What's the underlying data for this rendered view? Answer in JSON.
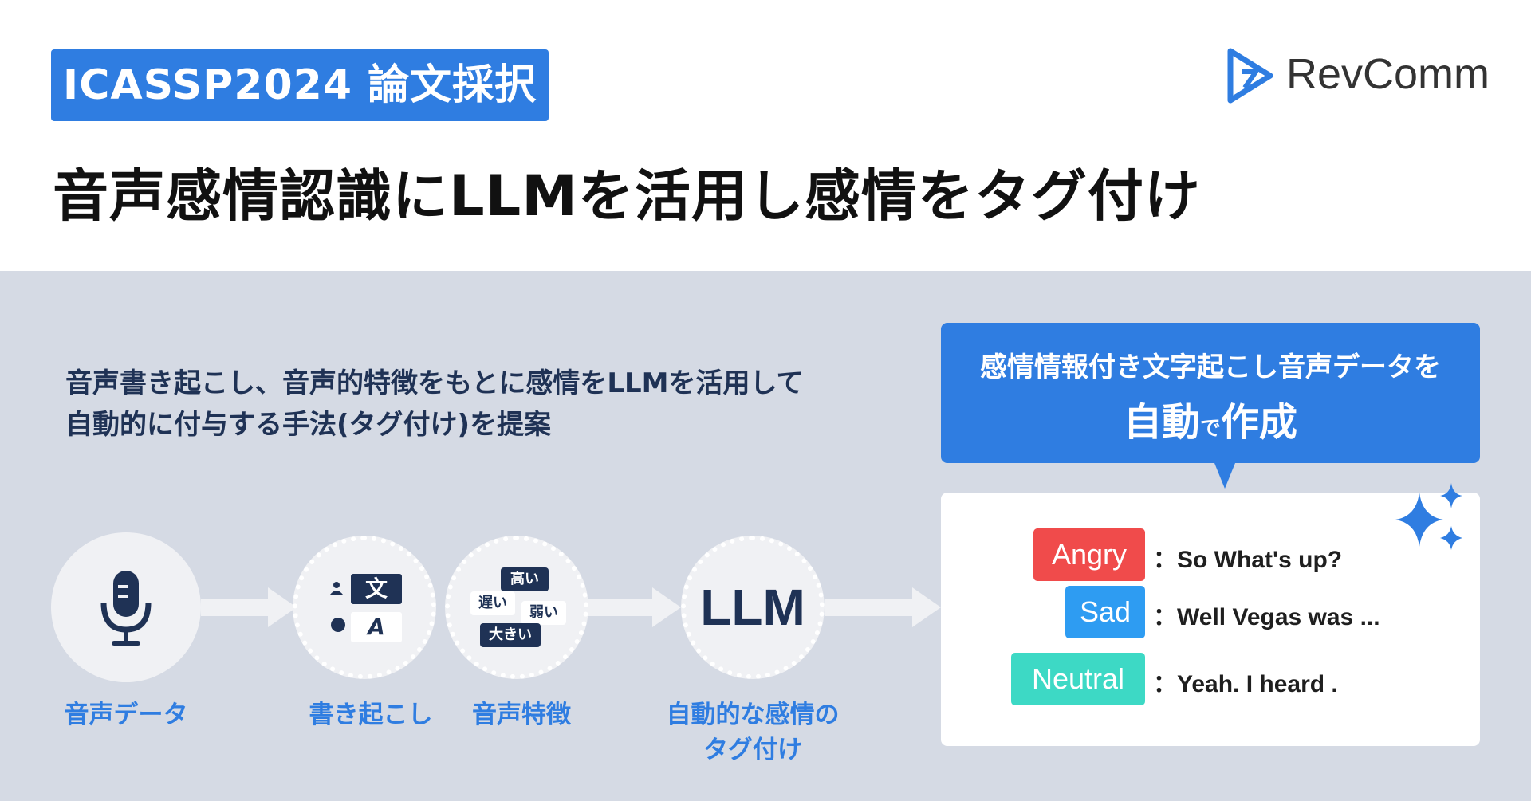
{
  "header": {
    "badge": "ICASSP2024 論文採択",
    "title": "音声感情認識にLLMを活用し感情をタグ付け",
    "logo_text": "RevComm"
  },
  "description": {
    "line1": "音声書き起こし、音声的特徴をもとに感情をLLMを活用して",
    "line2": "自動的に付与する手法(タグ付け)を提案"
  },
  "pipeline": {
    "steps": [
      {
        "label": "音声データ"
      },
      {
        "label": "書き起こし"
      },
      {
        "label": "音声特徴"
      },
      {
        "label_line1": "自動的な感情の",
        "label_line2": "タグ付け"
      }
    ],
    "transcription_chars": {
      "kanji": "文",
      "latin": "A"
    },
    "feature_chips": [
      "高い",
      "遅い",
      "弱い",
      "大きい"
    ],
    "llm_text": "LLM"
  },
  "callout": {
    "line1": "感情情報付き文字起こし音声データを",
    "line2_a": "自動",
    "line2_b": "で",
    "line2_c": "作成"
  },
  "examples": [
    {
      "emotion": "Angry",
      "color": "#f04b4b",
      "text": "：So What's up?"
    },
    {
      "emotion": "Sad",
      "color": "#2e9cf2",
      "text": "：Well Vegas was ..."
    },
    {
      "emotion": "Neutral",
      "color": "#3dd9c5",
      "text": "：Yeah. I heard ."
    }
  ],
  "colors": {
    "accent_blue": "#2f7de1",
    "navy": "#1f3255",
    "panel_background": "#d5dae4"
  },
  "icons": [
    "microphone-icon",
    "speaker-icon",
    "sparkle-icon",
    "revcomm-logo-icon"
  ]
}
